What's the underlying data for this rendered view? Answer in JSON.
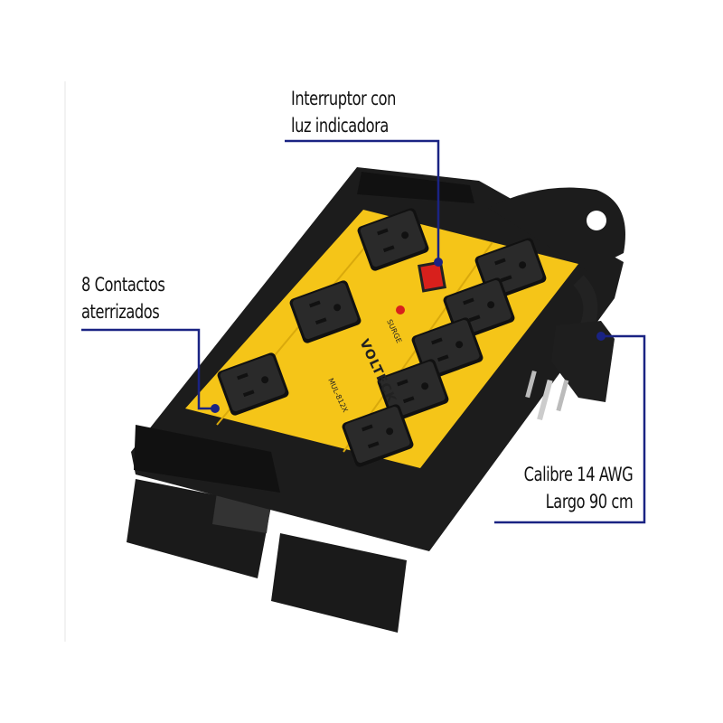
{
  "product": {
    "brand": "VOLTECK",
    "model": "MUL-812X",
    "indicator_label": "SURGE",
    "colors": {
      "body": "#f5c518",
      "frame": "#1c1c1c",
      "outlet": "#2a2a2a",
      "switch": "#d8201c",
      "callout": "#1a2383"
    },
    "outlet_count": 8
  },
  "callouts": {
    "switch": {
      "line1": "Interruptor con",
      "line2": "luz indicadora"
    },
    "outlets": {
      "line1": "8 Contactos",
      "line2": "aterrizados"
    },
    "cable": {
      "line1": "Calibre 14 AWG",
      "line2": "Largo 90 cm"
    }
  }
}
